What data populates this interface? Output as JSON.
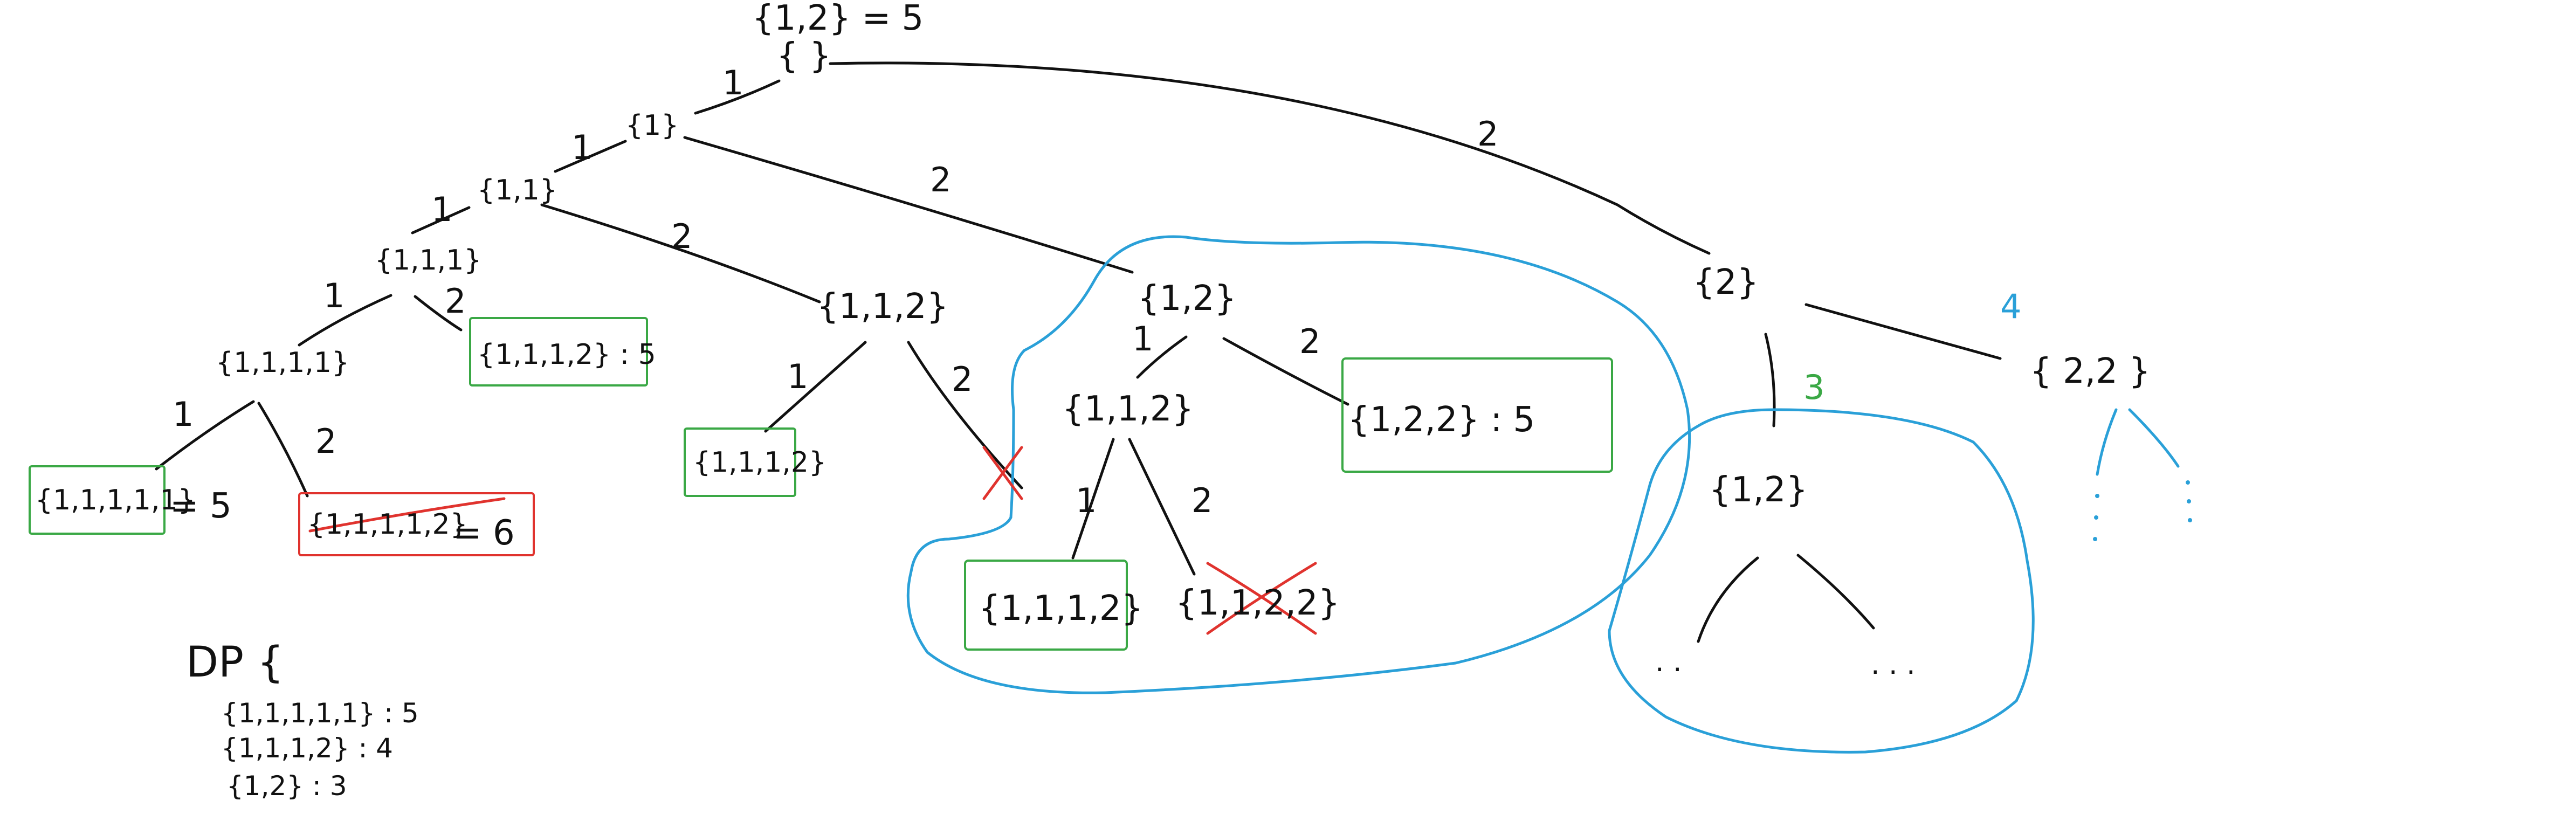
{
  "colors": {
    "ink": "#111111",
    "box_valid": "#3aa845",
    "box_invalid": "#e0332e",
    "cross": "#e0332e",
    "memo_region": "#2aa0d8",
    "annotation_3": "#3aa845",
    "annotation_4": "#2aa0d8"
  },
  "root": {
    "target": "{1,2} = 5",
    "label": "{ }"
  },
  "nodes": {
    "n1": "{1}",
    "n11": "{1,1}",
    "n111": "{1,1,1}",
    "n1111": "{1,1,1,1}",
    "n11111": "{1,1,1,1,1}",
    "n11111_sum": "= 5",
    "n11112": "{1,1,1,1,2}",
    "n11112_sum": "= 6",
    "n1112": "{1,1,1,2} : 5",
    "n112": "{1,1,2}",
    "n1121": "{1,1,1,2}",
    "n12": "{1,2}",
    "n121": "{1,1,2}",
    "n122": "{1,2,2} : 5",
    "n1211": "{1,1,1,2}",
    "n1212": "{1,1,2,2}",
    "n2": "{2}",
    "n21": "{1,2}",
    "n22": "{ 2,2 }"
  },
  "edge_labels": {
    "root_1": "1",
    "root_2": "2",
    "n1_1": "1",
    "n1_2": "2",
    "n11_1": "1",
    "n11_2": "2",
    "n111_1": "1",
    "n111_2": "2",
    "n1111_1": "1",
    "n1111_2": "2",
    "n112_1": "1",
    "n112_2": "2",
    "n12_1": "1",
    "n12_2": "2",
    "n121_1": "1",
    "n121_2": "2"
  },
  "annotations": {
    "memo_3": "3",
    "memo_4": "4"
  },
  "continuation": {
    "dots_a": ". .",
    "dots_b": ". . ."
  },
  "dp": {
    "title": "DP {",
    "entries": [
      "{1,1,1,1,1} : 5",
      "{1,1,1,2} : 4",
      "{1,2} : 3"
    ]
  }
}
